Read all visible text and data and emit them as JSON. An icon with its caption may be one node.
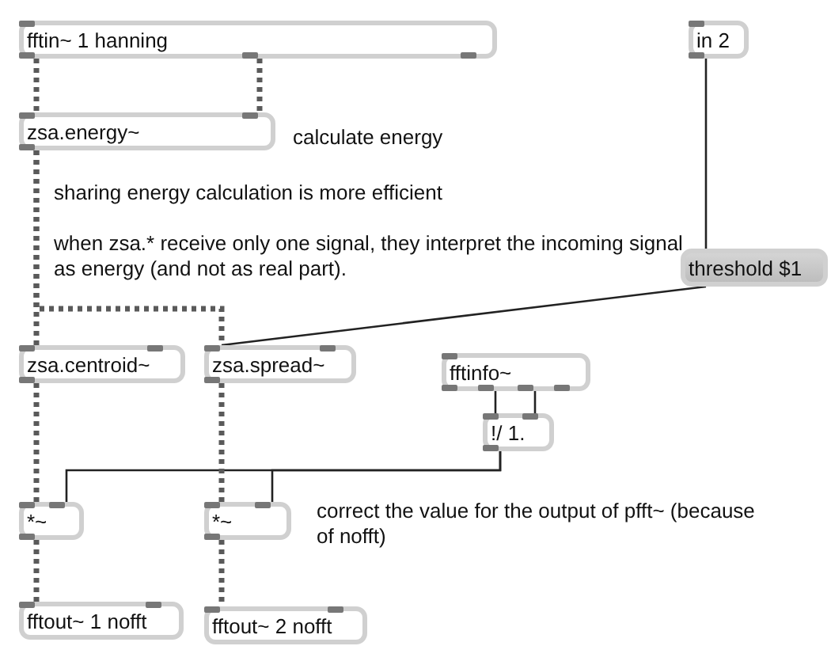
{
  "diagram": {
    "nodes": [
      {
        "text": [
          "fftin~ 1 hanning"
        ]
      },
      {
        "text": [
          "in 2"
        ]
      },
      {
        "text": [
          "zsa.energy~"
        ],
        "beside": [
          "calculate energy"
        ]
      },
      {
        "text": [
          "threshold $1"
        ]
      },
      {
        "text": [
          "zsa.centroid~"
        ]
      },
      {
        "text": [
          "zsa.spread~"
        ]
      },
      {
        "text": [
          "fftinfo~"
        ]
      },
      {
        "text": [
          "!/ 1."
        ]
      },
      {
        "text": [
          "*~"
        ]
      },
      {
        "text": [
          "*~"
        ]
      },
      {
        "text": [
          "fftout~ 1 nofft"
        ]
      },
      {
        "text": [
          "fftout~ 2 nofft"
        ]
      }
    ],
    "edges": [
      {
        "from": 0,
        "to": 2,
        "arrow": "none",
        "style": "dashed"
      },
      {
        "from": 0,
        "to": 2,
        "arrow": "none",
        "style": "dashed"
      },
      {
        "from": 2,
        "to": 4,
        "arrow": "none",
        "style": "dashed"
      },
      {
        "from": 2,
        "to": 5,
        "arrow": "none",
        "style": "dashed"
      },
      {
        "from": 1,
        "to": 3,
        "arrow": "none"
      },
      {
        "from": 3,
        "to": 5,
        "arrow": "none"
      },
      {
        "from": 6,
        "to": 7,
        "arrow": "none"
      },
      {
        "from": 6,
        "to": 7,
        "arrow": "none"
      },
      {
        "from": 7,
        "to": 8,
        "arrow": "none"
      },
      {
        "from": 7,
        "to": 9,
        "arrow": "none"
      },
      {
        "from": 4,
        "to": 8,
        "arrow": "none",
        "style": "dashed"
      },
      {
        "from": 5,
        "to": 9,
        "arrow": "none",
        "style": "dashed"
      },
      {
        "from": 8,
        "to": 10,
        "arrow": "none",
        "style": "dashed"
      },
      {
        "from": 9,
        "to": 11,
        "arrow": "none",
        "style": "dashed"
      }
    ],
    "labels": [
      "sharing energy calculation is more efficient",
      "when zsa.* receive only one signal, they interpret the incoming signal as energy (and not as real part).",
      "correct the value for the output of pfft~ (because of nofft)"
    ]
  }
}
